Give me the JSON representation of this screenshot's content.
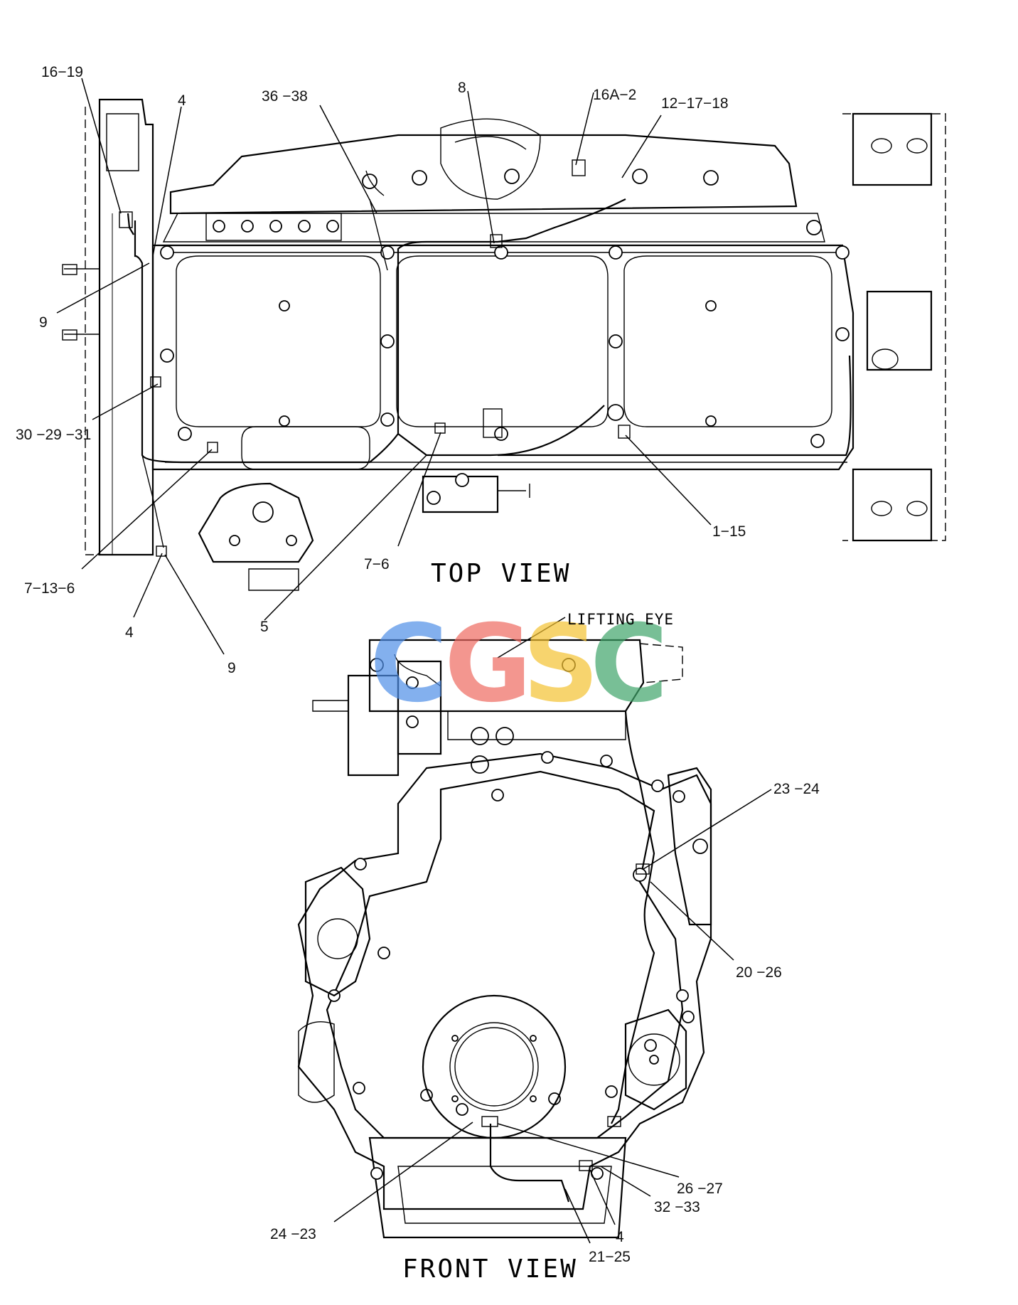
{
  "views": {
    "top_title": "TOP VIEW",
    "front_title": "FRONT VIEW",
    "lifting_eye": "LIFTING EYE"
  },
  "watermark": {
    "letters": [
      "C",
      "G",
      "S",
      "C"
    ],
    "colors": [
      "#4f8fe8",
      "#ee6a61",
      "#f5c232",
      "#3fa56a"
    ]
  },
  "top_callouts": {
    "c16_19": "16−19",
    "c4_top": "4",
    "c36_38": "36 −38",
    "c8": "8",
    "c16a_2": "16A−2",
    "c12_17_18": "12−17−18",
    "c9_left": "9",
    "c30_29_31": "30 −29 −31",
    "c1_15": "1−15",
    "c7_6": "7−6",
    "c7_13_6": "7−13−6",
    "c4_bottom": "4",
    "c5": "5",
    "c9_bottom": "9"
  },
  "front_callouts": {
    "c23_24": "23 −24",
    "c20_26": "20 −26",
    "c26_27": "26 −27",
    "c32_33": "32 −33",
    "c24_23": "24 −23",
    "c4": "4",
    "c21_25": "21−25"
  }
}
